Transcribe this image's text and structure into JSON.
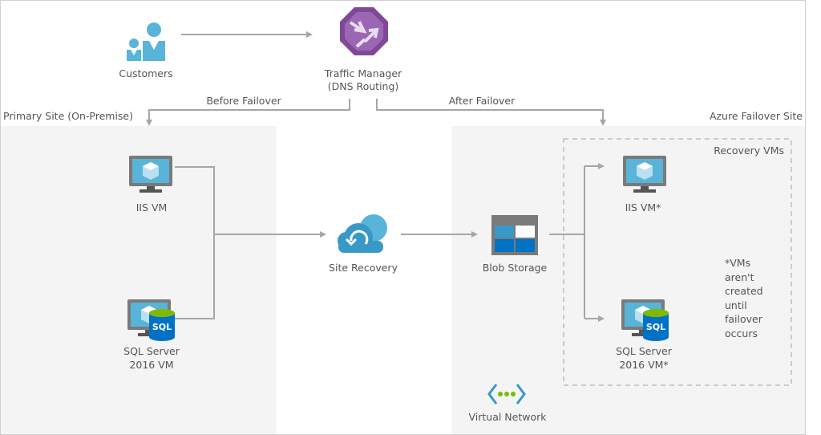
{
  "nodes": {
    "customers": "Customers",
    "traffic_manager": [
      "Traffic Manager",
      "(DNS Routing)"
    ],
    "iis_vm": "IIS VM",
    "sql_vm": [
      "SQL Server",
      "2016 VM"
    ],
    "site_recovery": "Site Recovery",
    "blob_storage": "Blob Storage",
    "iis_vm_recovery": "IIS VM*",
    "sql_vm_recovery": [
      "SQL Server",
      "2016 VM*"
    ],
    "virtual_network": "Virtual Network"
  },
  "edges": {
    "before_failover": "Before Failover",
    "after_failover": "After Failover"
  },
  "regions": {
    "primary_site": "Primary Site (On-Premise)",
    "azure_site": "Azure Failover Site",
    "recovery_vms": "Recovery VMs"
  },
  "note": [
    "*VMs",
    "aren't",
    "created",
    "until",
    "failover",
    "occurs"
  ],
  "icons": {
    "sql_badge": "SQL"
  },
  "colors": {
    "azure_blue": "#59b4d9",
    "traffic_purple": "#804998",
    "vnet_green": "#7fba00",
    "panel": "#f4f4f4",
    "connector": "#a6a6a6"
  }
}
